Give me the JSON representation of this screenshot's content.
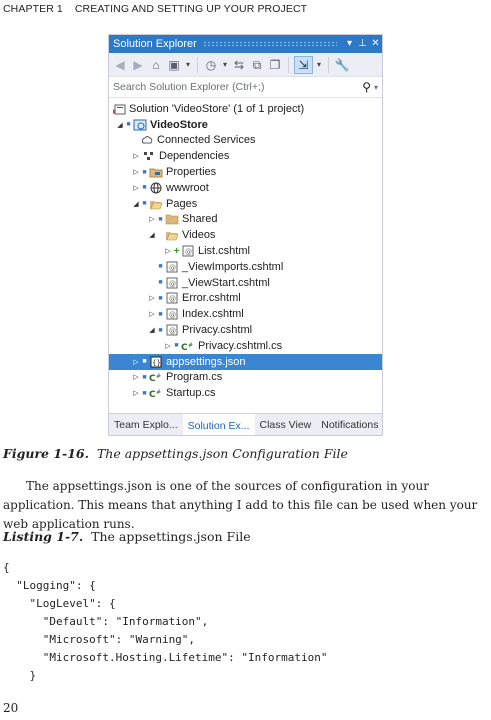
{
  "running_head": {
    "chapter": "CHAPTER 1",
    "title": "CREATING AND SETTING UP YOUR PROJECT"
  },
  "solution_explorer": {
    "title": "Solution Explorer",
    "title_buttons": [
      "▾",
      "⊥",
      "✕"
    ],
    "search_placeholder": "Search Solution Explorer (Ctrl+;)",
    "tree": [
      {
        "label": "Solution 'VideoStore' (1 of 1 project)",
        "icon": "solution-icon"
      },
      {
        "label": "VideoStore",
        "icon": "web-project-icon",
        "bold": true
      },
      {
        "label": "Connected Services",
        "icon": "connected-services-icon"
      },
      {
        "label": "Dependencies",
        "icon": "dependencies-icon"
      },
      {
        "label": "Properties",
        "icon": "properties-folder-icon"
      },
      {
        "label": "wwwroot",
        "icon": "globe-icon"
      },
      {
        "label": "Pages",
        "icon": "folder-open-icon"
      },
      {
        "label": "Shared",
        "icon": "folder-icon"
      },
      {
        "label": "Videos",
        "icon": "folder-open-icon"
      },
      {
        "label": "List.cshtml",
        "icon": "razor-file-icon"
      },
      {
        "label": "_ViewImports.cshtml",
        "icon": "razor-file-icon"
      },
      {
        "label": "_ViewStart.cshtml",
        "icon": "razor-file-icon"
      },
      {
        "label": "Error.cshtml",
        "icon": "razor-file-icon"
      },
      {
        "label": "Index.cshtml",
        "icon": "razor-file-icon"
      },
      {
        "label": "Privacy.cshtml",
        "icon": "razor-file-icon"
      },
      {
        "label": "Privacy.cshtml.cs",
        "icon": "csharp-file-icon"
      },
      {
        "label": "appsettings.json",
        "icon": "json-file-icon"
      },
      {
        "label": "Program.cs",
        "icon": "csharp-file-icon"
      },
      {
        "label": "Startup.cs",
        "icon": "csharp-file-icon"
      }
    ],
    "tabs": [
      "Team Explo...",
      "Solution Ex...",
      "Class View",
      "Notifications"
    ]
  },
  "figure_caption": {
    "number": "Figure 1-16.",
    "text": "The appsettings.json Configuration File"
  },
  "paragraph": "The appsettings.json is one of the sources of configuration in your application. This means that anything I add to this file can be used when your web application runs.",
  "listing": {
    "number": "Listing 1-7.",
    "text": "The appsettings.json File"
  },
  "code_lines": [
    "{",
    "  \"Logging\": {",
    "    \"LogLevel\": {",
    "      \"Default\": \"Information\",",
    "      \"Microsoft\": \"Warning\",",
    "      \"Microsoft.Hosting.Lifetime\": \"Information\"",
    "    }"
  ],
  "page_number": "20"
}
